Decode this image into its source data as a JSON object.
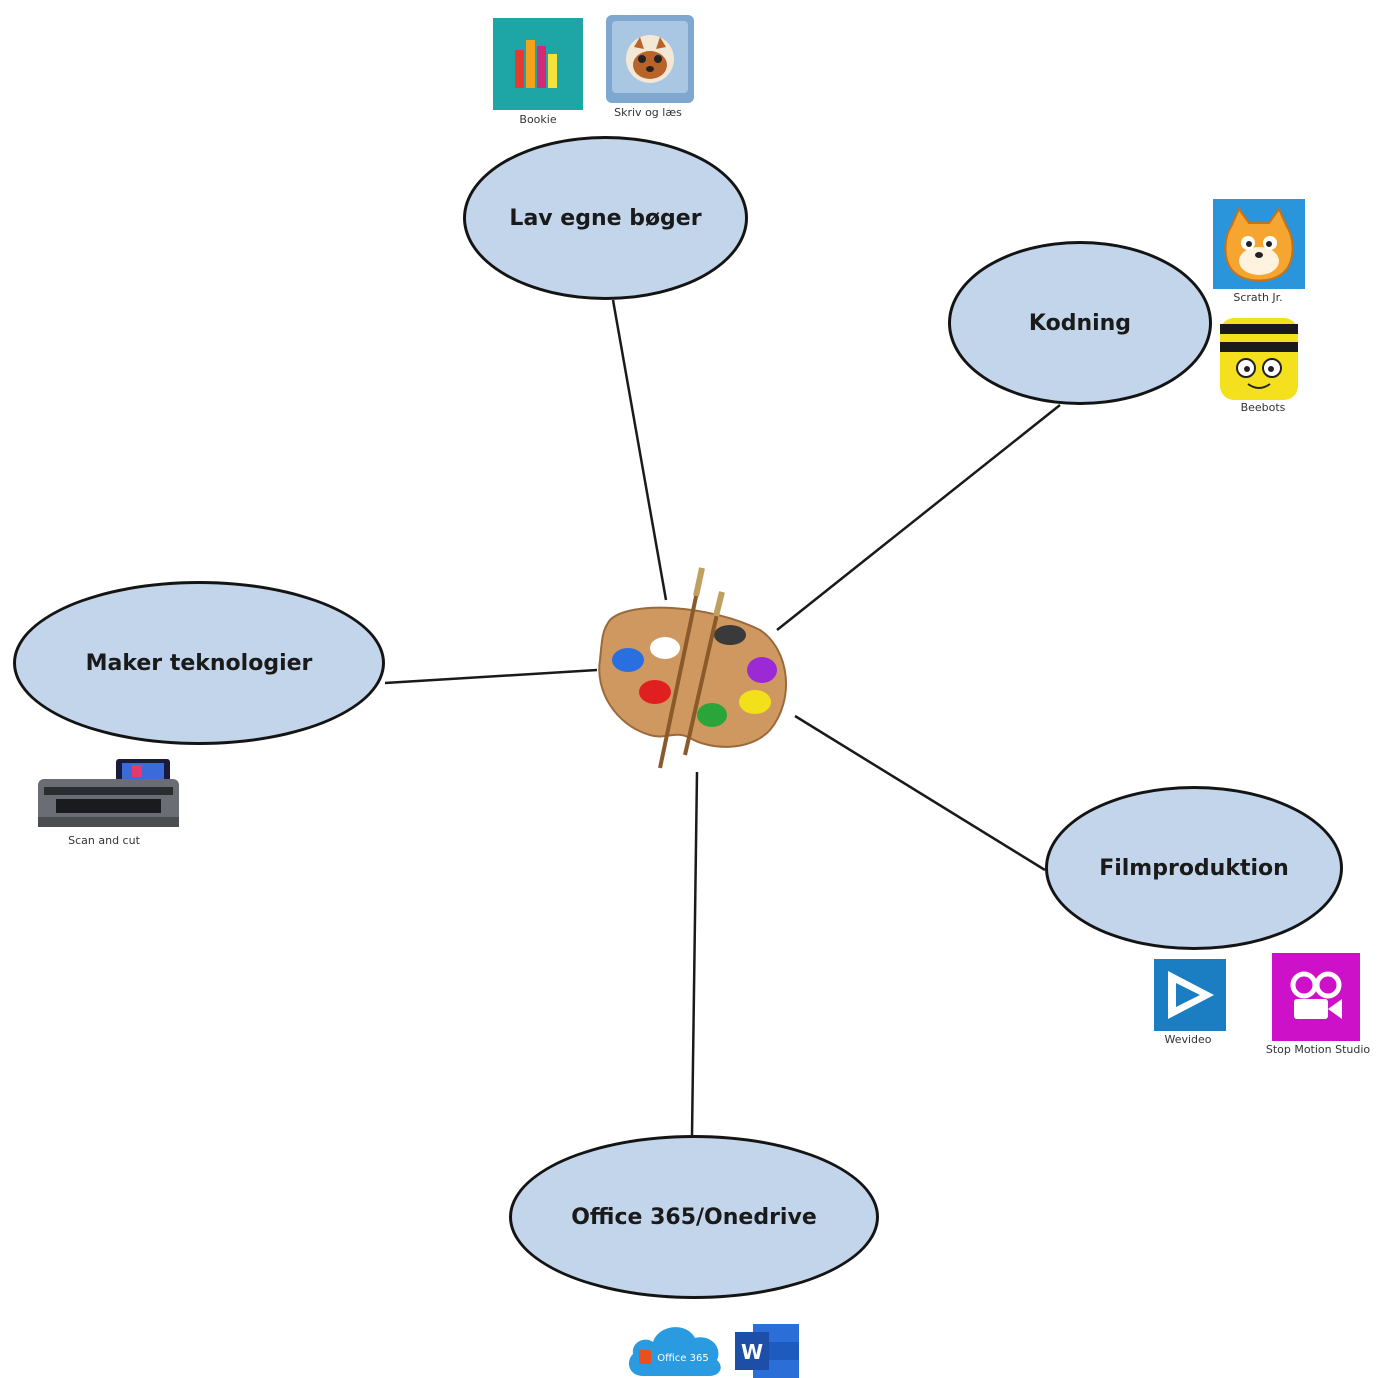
{
  "nodes": {
    "books": "Lav egne bøger",
    "coding": "Kodning",
    "maker": "Maker teknologier",
    "film": "Filmproduktion",
    "office": "Office 365/Onedrive"
  },
  "apps": {
    "bookie": "Bookie",
    "skriv": "Skriv og læs",
    "scratch": "Scrath Jr.",
    "beebots": "Beebots",
    "scan": "Scan and cut",
    "wevideo": "Wevideo",
    "stopmotion": "Stop Motion Studio",
    "office365_logo": "Office 365",
    "word_logo": "W"
  },
  "icons": {
    "center": "paint-palette-icon",
    "bookie": "bookie-app-icon",
    "skriv": "skriv-og-laes-app-icon",
    "scratch": "scratch-jr-app-icon",
    "beebots": "beebots-app-icon",
    "scan": "scan-and-cut-machine-icon",
    "wevideo": "wevideo-app-icon",
    "stopmotion": "stop-motion-studio-app-icon",
    "office365": "office-365-cloud-icon",
    "word": "microsoft-word-icon"
  },
  "colors": {
    "node_fill": "#c3d5ea",
    "node_border": "#141414",
    "bookie_bg": "#1ea5a6",
    "scratch_bg": "#2b95dc",
    "beebots_yellow": "#f4e01c",
    "wevideo_bg": "#1b7ec2",
    "stopmotion_bg": "#cc11c9",
    "office_blue": "#2a9be0",
    "word_blue": "#1d5bbf"
  }
}
